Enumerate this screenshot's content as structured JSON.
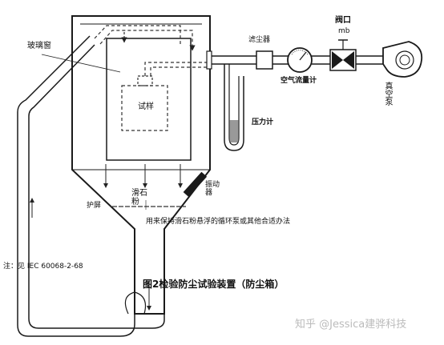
{
  "diagram": {
    "labels": {
      "glass_window": "玻璃窗",
      "specimen": "试样",
      "dust_filter": "滤尘器",
      "valve": "阀口",
      "valve_unit": "mb",
      "airflow_meter": "空气流量计",
      "vacuum_pump": "真空泵",
      "pressure_gauge": "压力计",
      "talc": "滑石粉",
      "vibrator": "振动器",
      "guard": "护屏",
      "circulation_note": "用来保持滑石粉悬浮的循环泵或其他合适办法",
      "note": "注：见 IEC 60068-2-68",
      "caption": "图2检验防尘试验装置（防尘箱）",
      "watermark": "知乎 @Jessica建骅科技"
    },
    "colors": {
      "line": "#1a1a1a",
      "dashed": "#333333",
      "watermark": "#bbbbbb"
    }
  }
}
